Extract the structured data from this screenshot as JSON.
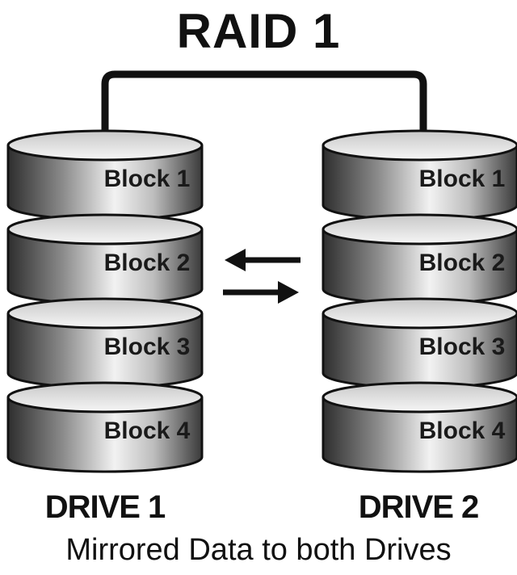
{
  "title": "RAID 1",
  "drive_left": {
    "label": "DRIVE 1",
    "blocks": [
      "Block 1",
      "Block 2",
      "Block 3",
      "Block 4"
    ]
  },
  "drive_right": {
    "label": "DRIVE 2",
    "blocks": [
      "Block 1",
      "Block 2",
      "Block 3",
      "Block 4"
    ]
  },
  "caption": "Mirrored Data to both Drives",
  "colors": {
    "text": "#111111",
    "disk_dark": "#3a3a3a",
    "disk_light": "#f4f4f4",
    "line": "#111111"
  },
  "icons": {
    "arrow_left": "arrow-left-icon",
    "arrow_right": "arrow-right-icon"
  }
}
